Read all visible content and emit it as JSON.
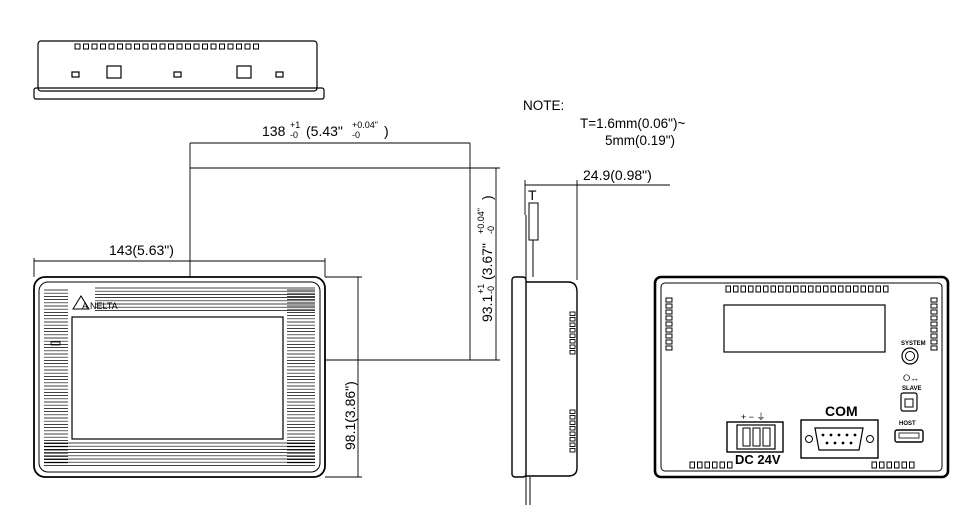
{
  "note": {
    "title": "NOTE:",
    "line1": "T=1.6mm(0.06\")~",
    "line2": "5mm(0.19\")"
  },
  "dimensions": {
    "cutout_width": {
      "main": "138",
      "tol_plus": "+1",
      "tol_minus": "-0",
      "inch": "(5.43\"",
      "inch_plus": "+0.04\"",
      "inch_minus": "-0",
      "close": ")"
    },
    "cutout_height": {
      "main": "93.1",
      "tol_plus": "+1",
      "tol_minus": "-0",
      "inch": "(3.67\"",
      "inch_plus": "+0.04\"",
      "inch_minus": "-0",
      "close": ")"
    },
    "overall_width": "143(5.63\")",
    "overall_height": "98.1(3.86\")",
    "depth": "24.9(0.98\")",
    "thickness_label": "T"
  },
  "front_panel": {
    "brand": "A NELTA"
  },
  "rear_panel": {
    "com_label": "COM",
    "power_label": "DC  24V",
    "power_symbols": "+ − ⏚",
    "system_label": "SYSTEM",
    "slave_label": "SLAVE",
    "host_label": "HOST"
  }
}
